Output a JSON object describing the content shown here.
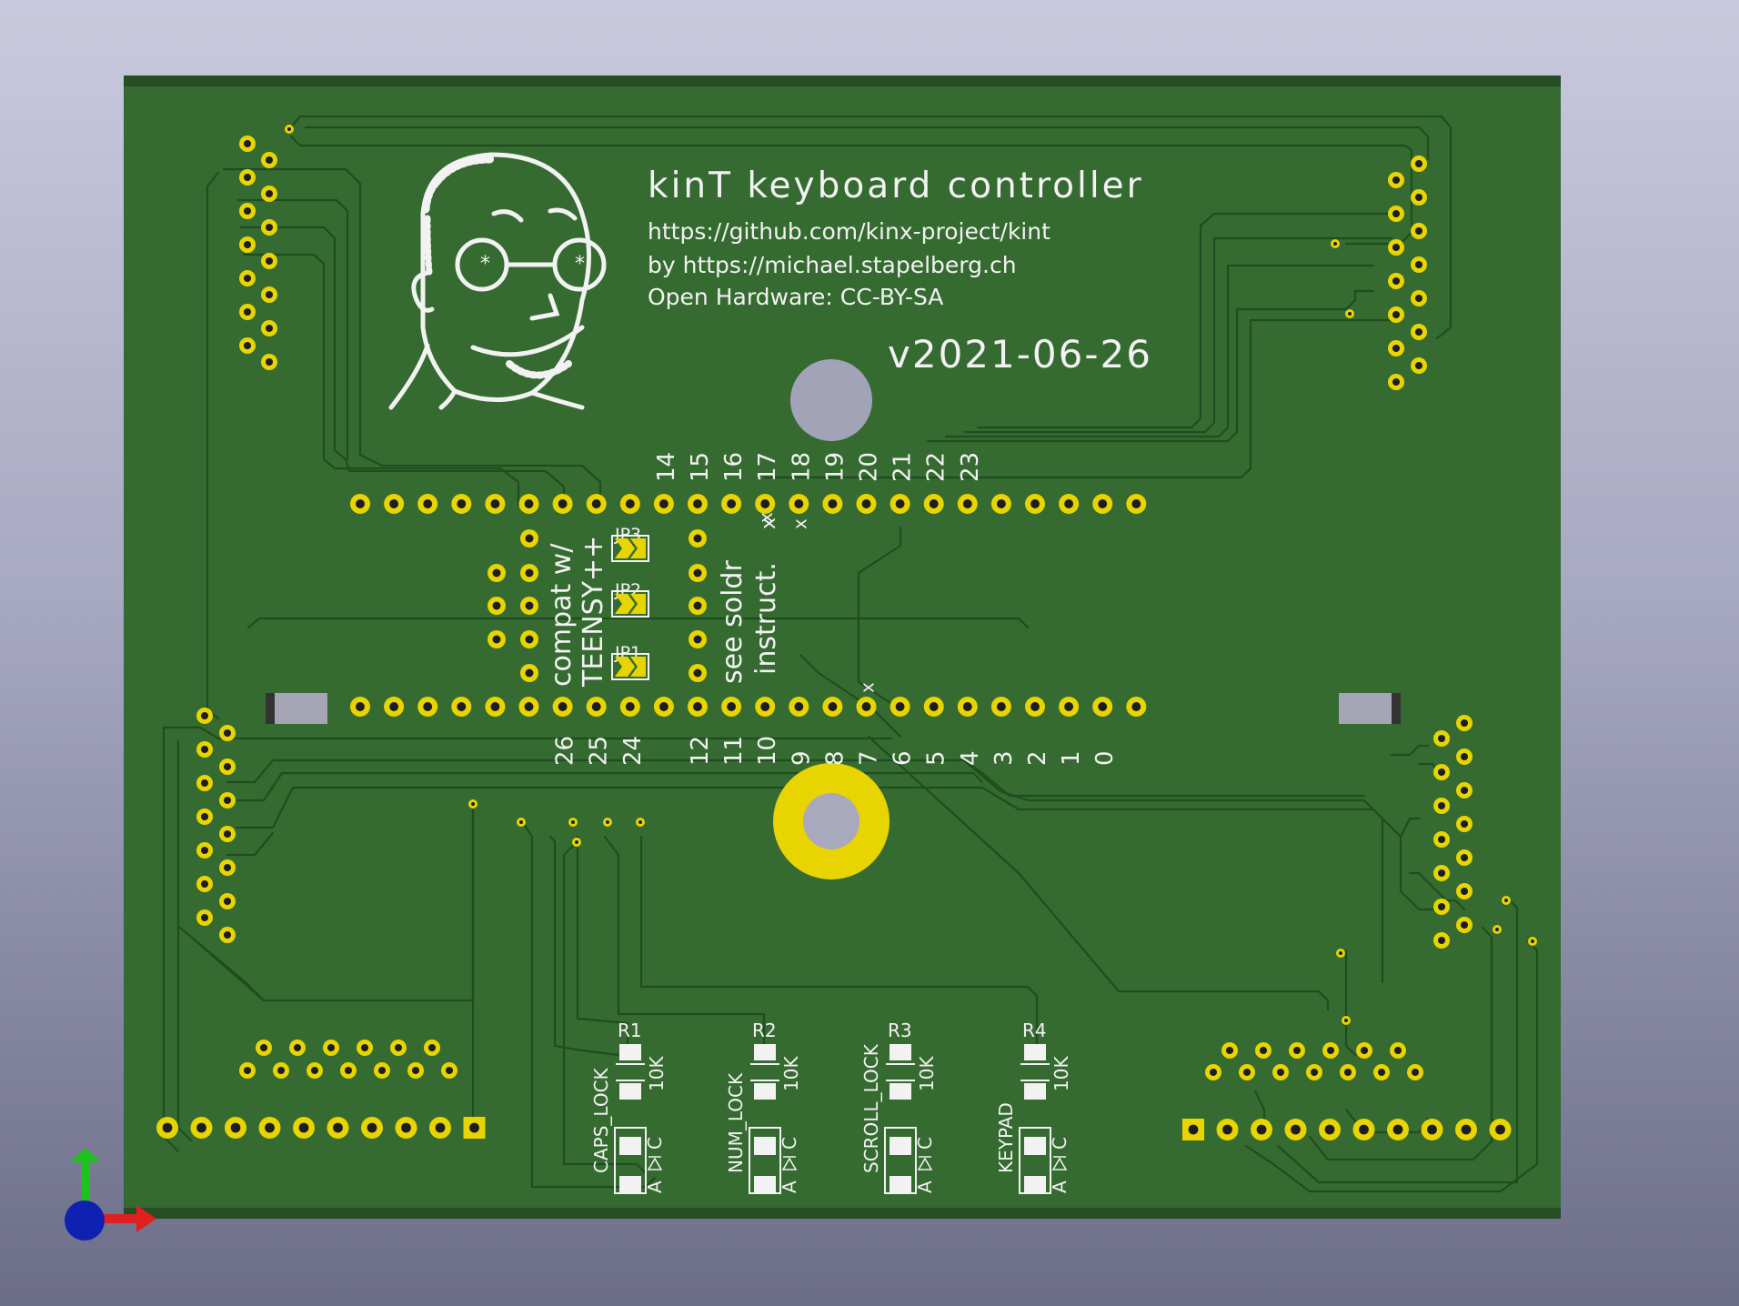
{
  "board": {
    "title": "kinT keyboard controller",
    "repo_url": "https://github.com/kinx-project/kint",
    "author": "by https://michael.stapelberg.ch",
    "license": "Open Hardware: CC-BY-SA",
    "version": "v2021-06-26",
    "compat_line1": "compat w/",
    "compat_line2": "TEENSY++",
    "solder_line1": "see soldr",
    "solder_line2": "instruct.",
    "solder_mark": "x",
    "colors": {
      "background_top": "#c9c9de",
      "background_bottom": "#6c6d88",
      "board": "#356b30",
      "board_edge": "#264d24",
      "copper_pad": "#e8d400",
      "silkscreen": "#f2f2f2"
    }
  },
  "pins": {
    "top_labels": [
      "14",
      "15",
      "16",
      "17",
      "18",
      "19",
      "20",
      "21",
      "22",
      "23"
    ],
    "top_marks": [
      "x",
      "x"
    ],
    "bottom_labels": [
      "26",
      "25",
      "24",
      "12",
      "11",
      "10",
      "9",
      "8",
      "7",
      "6",
      "5",
      "4",
      "3",
      "2",
      "1",
      "0"
    ],
    "bottom_mark": "x"
  },
  "jumpers": [
    {
      "ref": "JP3"
    },
    {
      "ref": "JP2"
    },
    {
      "ref": "JP1"
    }
  ],
  "leds": [
    {
      "ref": "R1",
      "value": "10K",
      "label": "CAPS_LOCK",
      "polarity": "A",
      "cathode": "C"
    },
    {
      "ref": "R2",
      "value": "10K",
      "label": "NUM_LOCK",
      "polarity": "A",
      "cathode": "C"
    },
    {
      "ref": "R3",
      "value": "10K",
      "label": "SCROLL_LOCK",
      "polarity": "A",
      "cathode": "C"
    },
    {
      "ref": "R4",
      "value": "10K",
      "label": "KEYPAD",
      "polarity": "A",
      "cathode": "C"
    }
  ],
  "axis_gizmo": {
    "x_color": "#e02020",
    "y_color": "#20c020",
    "z_color": "#1020b0"
  }
}
